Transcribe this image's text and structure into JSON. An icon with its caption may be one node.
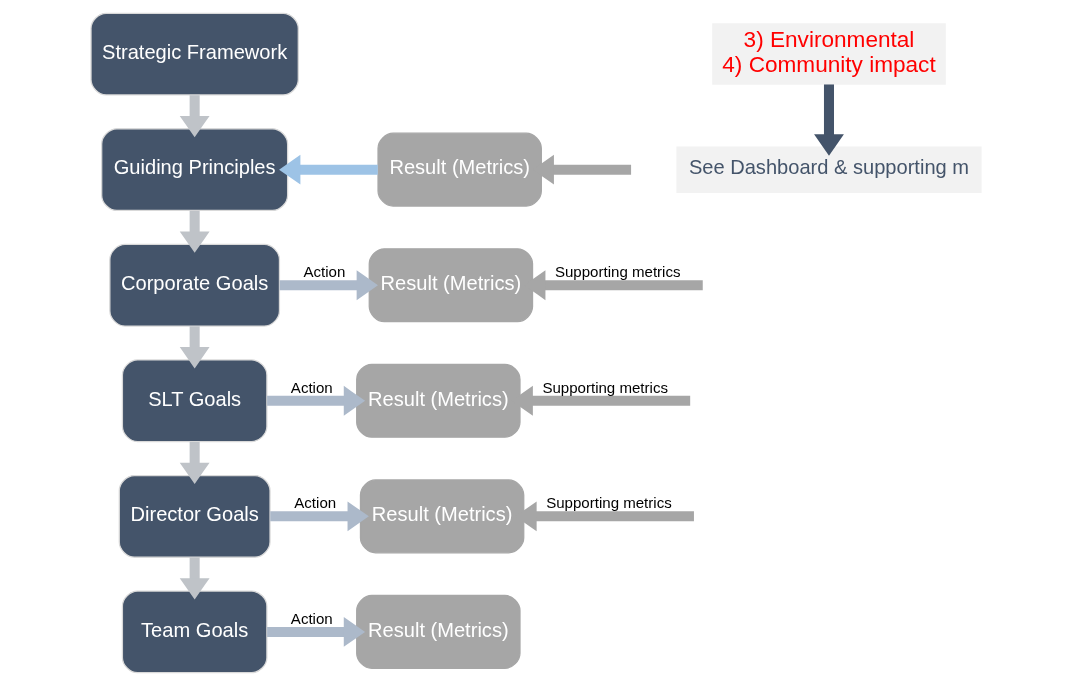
{
  "diagram": {
    "nodes": [
      {
        "text": [
          "Strategic Framework"
        ]
      },
      {
        "text": [
          "Guiding Principles"
        ]
      },
      {
        "text": [
          "Result (Metrics)"
        ]
      },
      {
        "text": [
          "Corporate Goals"
        ]
      },
      {
        "text": [
          "Result (Metrics)"
        ]
      },
      {
        "text": [
          "SLT Goals"
        ]
      },
      {
        "text": [
          "Result (Metrics)"
        ]
      },
      {
        "text": [
          "Director Goals"
        ]
      },
      {
        "text": [
          "Result (Metrics)"
        ]
      },
      {
        "text": [
          "Team Goals"
        ]
      },
      {
        "text": [
          "Result (Metrics)"
        ]
      },
      {
        "text": [
          "3) Environmental",
          "4) Community impact"
        ]
      },
      {
        "text": [
          "See Dashboard & supporting m"
        ]
      }
    ],
    "edges": [
      {
        "from": 0,
        "to": 1,
        "arrow": "to",
        "color": "#bfc3c8"
      },
      {
        "from": 2,
        "to": 1,
        "arrow": "to",
        "color": "#9dc3e6"
      },
      {
        "from": null,
        "to": 2,
        "arrow": "to",
        "color": "#a6a6a6"
      },
      {
        "from": 1,
        "to": 3,
        "arrow": "to",
        "color": "#bfc3c8"
      },
      {
        "from": 3,
        "to": 4,
        "label": "Action",
        "arrow": "to",
        "color": "#acb9ca"
      },
      {
        "from": null,
        "to": 4,
        "label": "Supporting metrics",
        "arrow": "to",
        "color": "#a6a6a6"
      },
      {
        "from": 3,
        "to": 5,
        "arrow": "to",
        "color": "#bfc3c8"
      },
      {
        "from": 5,
        "to": 6,
        "label": "Action",
        "arrow": "to",
        "color": "#acb9ca"
      },
      {
        "from": null,
        "to": 6,
        "label": "Supporting metrics",
        "arrow": "to",
        "color": "#a6a6a6"
      },
      {
        "from": 5,
        "to": 7,
        "arrow": "to",
        "color": "#bfc3c8"
      },
      {
        "from": 7,
        "to": 8,
        "label": "Action",
        "arrow": "to",
        "color": "#acb9ca"
      },
      {
        "from": null,
        "to": 8,
        "label": "Supporting metrics",
        "arrow": "to",
        "color": "#a6a6a6"
      },
      {
        "from": 7,
        "to": 9,
        "arrow": "to",
        "color": "#bfc3c8"
      },
      {
        "from": 9,
        "to": 10,
        "label": "Action",
        "arrow": "to",
        "color": "#acb9ca"
      },
      {
        "from": 11,
        "to": 12,
        "arrow": "to",
        "color": "#44546a"
      }
    ]
  }
}
